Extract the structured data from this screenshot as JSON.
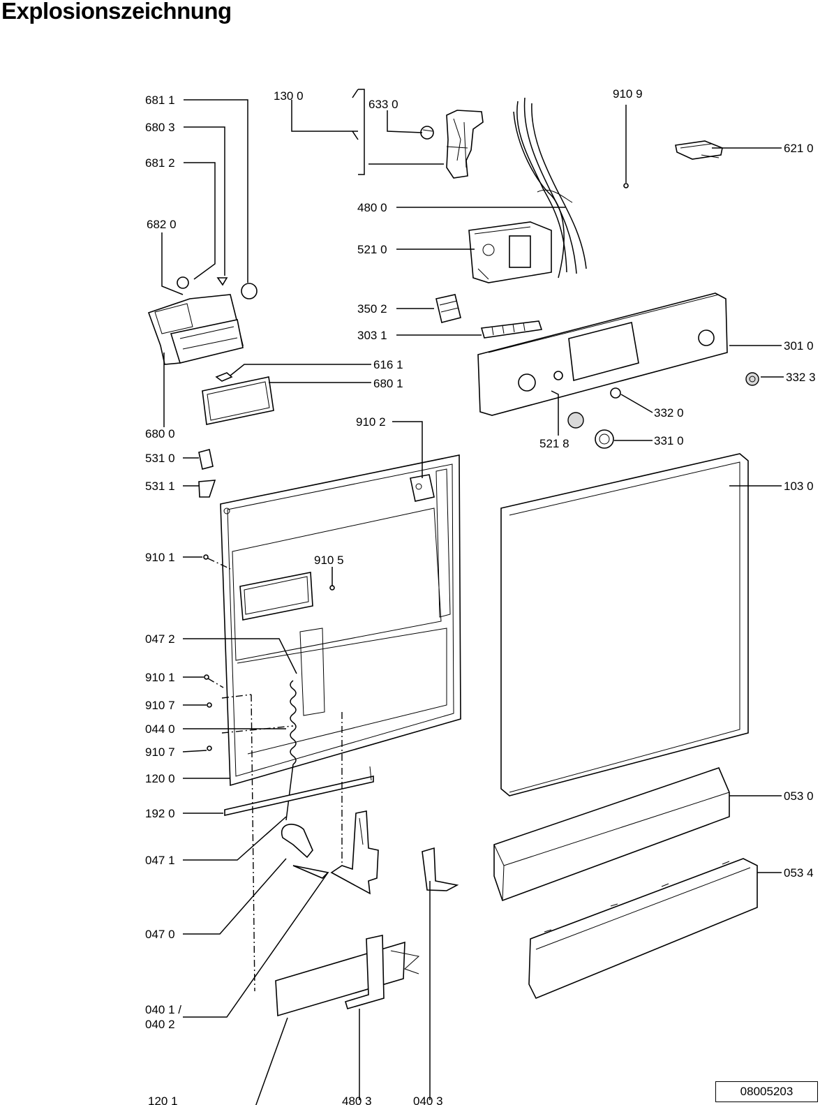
{
  "title": "Explosionszeichnung",
  "document_number": "08005203",
  "labels": {
    "l6811": "681 1",
    "l6803": "680 3",
    "l6812": "681 2",
    "l6820": "682 0",
    "l1300": "130 0",
    "l6330": "633 0",
    "l9109": "910 9",
    "l6210": "621 0",
    "l4800": "480 0",
    "l5210": "521 0",
    "l3502": "350 2",
    "l3031": "303 1",
    "l3010": "301 0",
    "l3323": "332 3",
    "l6161": "616 1",
    "l6801": "680 1",
    "l6800": "680 0",
    "l3320": "332 0",
    "l3310": "331 0",
    "l9102": "910 2",
    "l5218": "521 8",
    "l5310": "531 0",
    "l5311": "531 1",
    "l1030": "103 0",
    "l9101a": "910 1",
    "l9105": "910 5",
    "l0472": "047 2",
    "l9101b": "910 1",
    "l9107a": "910 7",
    "l0440": "044 0",
    "l9107b": "910 7",
    "l1200": "120 0",
    "l1920": "192 0",
    "l0530": "053 0",
    "l0471": "047 1",
    "l0534": "053 4",
    "l0470": "047 0",
    "l0401a": "040 1 /",
    "l0401b": "040 2",
    "l1201": "120 1",
    "l4803": "480 3",
    "l0403": "040 3"
  }
}
